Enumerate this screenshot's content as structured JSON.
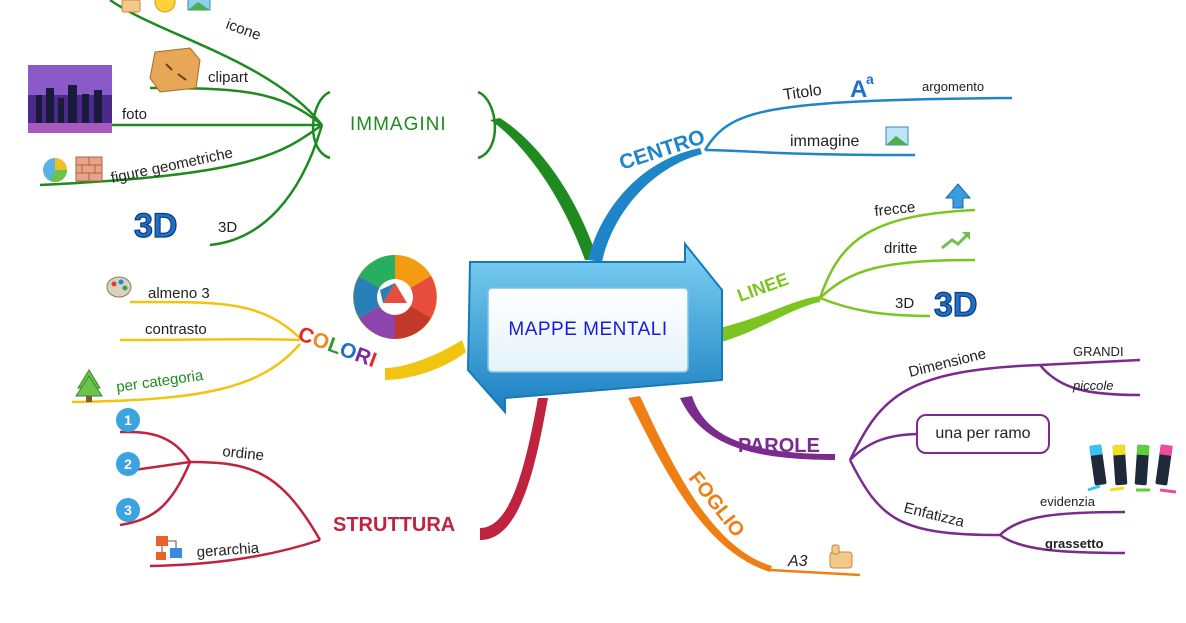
{
  "center": {
    "title": "MAPPE MENTALI"
  },
  "branches": {
    "immagini": {
      "label": "IMMAGINI",
      "color": "#1f8a1f",
      "items": [
        "icone",
        "clipart",
        "foto",
        "figure geometriche",
        "3D"
      ]
    },
    "colori": {
      "letters": [
        "C",
        "O",
        "L",
        "O",
        "R",
        "I"
      ],
      "letter_colors": [
        "#e6262b",
        "#f08a1c",
        "#2e9a3a",
        "#1e6fd0",
        "#7a2a9a",
        "#e6262b"
      ],
      "color": "#f1c40f",
      "items": [
        "almeno 3",
        "contrasto",
        "per categoria"
      ]
    },
    "struttura": {
      "label": "STRUTTURA",
      "color": "#c0233f",
      "items": [
        "ordine",
        "gerarchia"
      ],
      "numbers": [
        "1",
        "2",
        "3"
      ]
    },
    "centro": {
      "label": "CENTRO",
      "color": "#1e86c8",
      "items": [
        "Titolo",
        "argomento",
        "immagine"
      ]
    },
    "linee": {
      "label": "LINEE",
      "color": "#7cc520",
      "items": [
        "frecce",
        "dritte",
        "3D"
      ]
    },
    "parole": {
      "label": "PAROLE",
      "color": "#7b2a8e",
      "items": [
        "Dimensione",
        "GRANDI",
        "piccole",
        "una per ramo",
        "Enfatizza",
        "evidenzia",
        "grassetto"
      ]
    },
    "foglio": {
      "label": "FOGLIO",
      "color": "#f07f13",
      "items": [
        "A3"
      ]
    }
  },
  "icons": [
    "thumbs-up-icon",
    "smiley-icon",
    "picture-icon",
    "treasure-map-icon",
    "city-photo-icon",
    "pie-chart-icon",
    "brick-icon",
    "3d-icon",
    "palette-icon",
    "tree-icon",
    "color-wheel-icon",
    "font-icon",
    "arrow-up-icon",
    "trend-arrow-icon",
    "hierarchy-icon",
    "highlighter-icon"
  ]
}
